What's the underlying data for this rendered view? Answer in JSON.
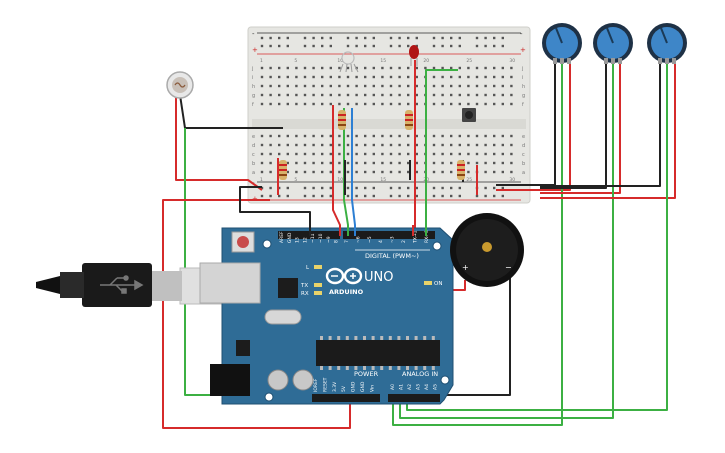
{
  "arduino": {
    "brand": "ARDUINO",
    "model": "UNO",
    "digital_label": "DIGITAL (PWM~)",
    "analog_label": "ANALOG IN",
    "power_label": "POWER",
    "on_label": "ON",
    "led_l": "L",
    "led_tx": "TX",
    "led_rx": "RX",
    "digital_pins": [
      "AREF",
      "GND",
      "13",
      "12",
      "~11",
      "~10",
      "~9",
      "8",
      "7",
      "~6",
      "~5",
      "4",
      "~3",
      "2",
      "TX→1",
      "RX←0"
    ],
    "power_pins": [
      "IOREF",
      "RESET",
      "3.3V",
      "5V",
      "GND",
      "GND",
      "Vin"
    ],
    "analog_pins": [
      "A0",
      "A1",
      "A2",
      "A3",
      "A4",
      "A5"
    ]
  },
  "breadboard": {
    "plus": "+",
    "minus": "-",
    "row_letters_top": [
      "j",
      "i",
      "h",
      "g",
      "f"
    ],
    "row_letters_bottom": [
      "e",
      "d",
      "c",
      "b",
      "a"
    ],
    "column_numbers": [
      "1",
      "5",
      "10",
      "15",
      "20",
      "25",
      "30"
    ]
  },
  "buzzer": {
    "plus": "+",
    "minus": "−"
  },
  "colors": {
    "board": "#2f6c96",
    "board_dark": "#1f4f72",
    "wire_red": "#d62b2b",
    "wire_black": "#222222",
    "wire_green": "#3cb043",
    "wire_blue": "#2d7fd3",
    "wire_teal": "#2aa5a0",
    "pot_blue": "#3e86c8",
    "breadboard": "#e8e8e4"
  }
}
